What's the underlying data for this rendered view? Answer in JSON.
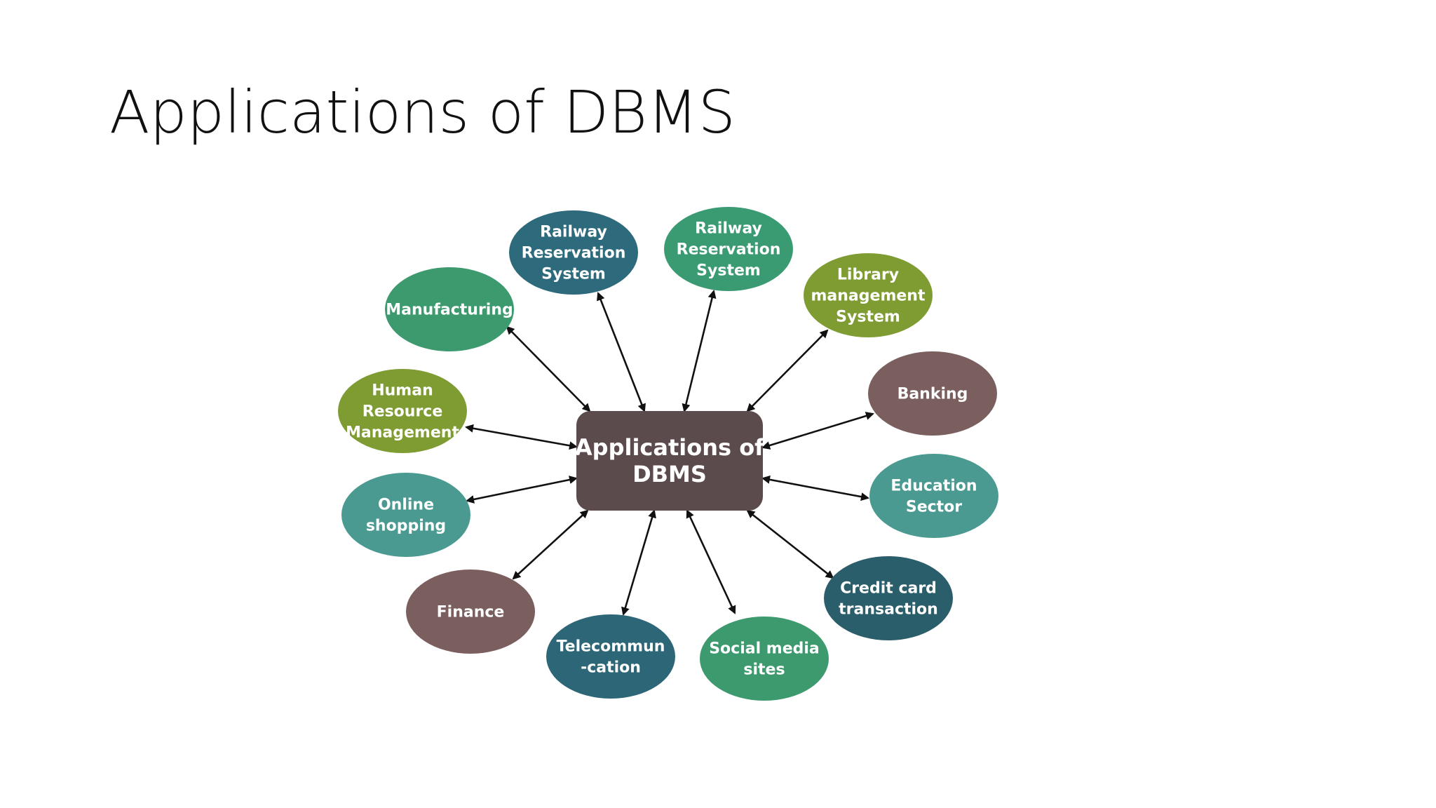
{
  "slide": {
    "title": "Applications of DBMS"
  },
  "diagram": {
    "hub": {
      "lines": [
        "Applications of",
        "DBMS"
      ],
      "color": "#5b4b4d"
    },
    "arrow_color": "#111111",
    "nodes": [
      {
        "id": "railway-reservation-system-1",
        "lines": [
          "Railway",
          "Reservation",
          "System"
        ],
        "color": "#2d6a7c"
      },
      {
        "id": "railway-reservation-system-2",
        "lines": [
          "Railway",
          "Reservation",
          "System"
        ],
        "color": "#3a9a72"
      },
      {
        "id": "library-management-system",
        "lines": [
          "Library",
          "management",
          "System"
        ],
        "color": "#7f9c33"
      },
      {
        "id": "banking",
        "lines": [
          "Banking"
        ],
        "color": "#7a5f5e"
      },
      {
        "id": "education-sector",
        "lines": [
          "Education",
          "Sector"
        ],
        "color": "#4a9a91"
      },
      {
        "id": "credit-card-transaction",
        "lines": [
          "Credit card",
          "transaction"
        ],
        "color": "#2b5e6b"
      },
      {
        "id": "social-media-sites",
        "lines": [
          "Social media",
          "sites"
        ],
        "color": "#3c9a6e"
      },
      {
        "id": "telecommunication",
        "lines": [
          "Telecommun",
          "-cation"
        ],
        "color": "#2d6777"
      },
      {
        "id": "finance",
        "lines": [
          "Finance"
        ],
        "color": "#7a5f5e"
      },
      {
        "id": "online-shopping",
        "lines": [
          "Online",
          "shopping"
        ],
        "color": "#4a9a91"
      },
      {
        "id": "human-resource-management",
        "lines": [
          "Human",
          "Resource",
          "Management"
        ],
        "color": "#7f9c33"
      },
      {
        "id": "manufacturing",
        "lines": [
          "Manufacturing"
        ],
        "color": "#3c9a6e"
      }
    ]
  }
}
